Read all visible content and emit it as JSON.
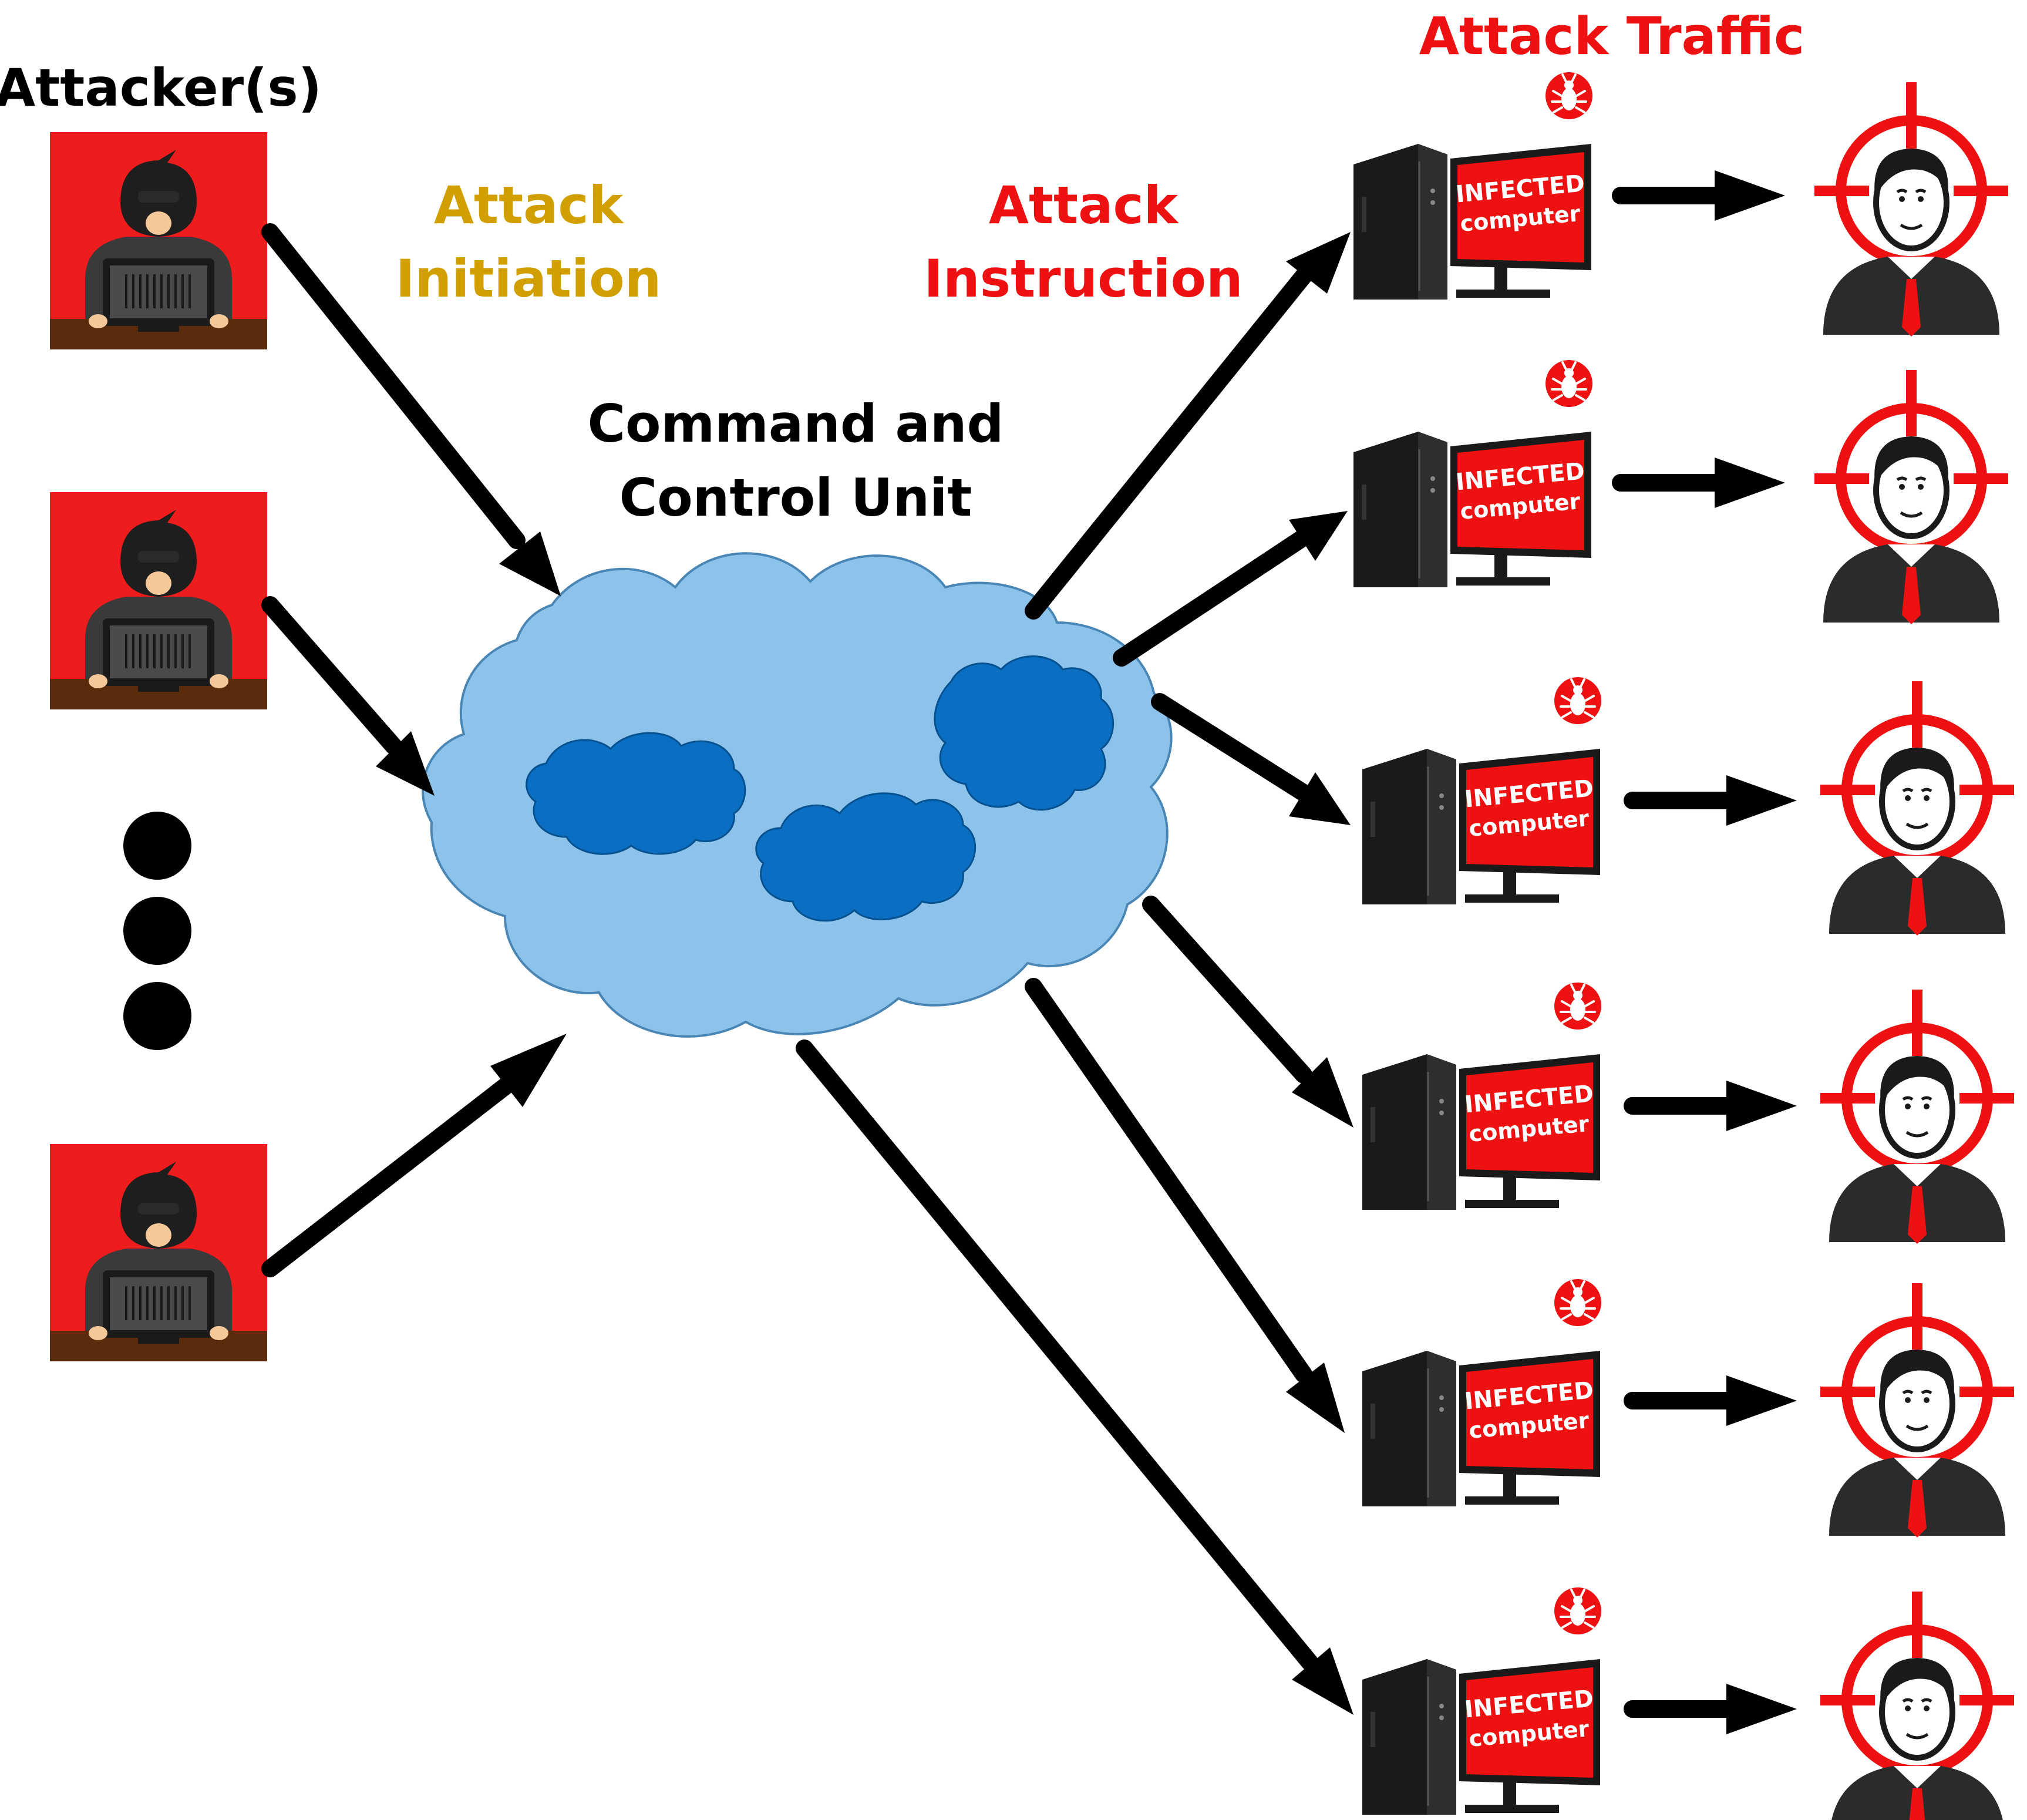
{
  "labels": {
    "attackers": "Attacker(s)",
    "attack_initiation_line1": "Attack",
    "attack_initiation_line2": "Initiation",
    "attack_instruction_line1": "Attack",
    "attack_instruction_line2": "Instruction",
    "cnc_line1": "Command and",
    "cnc_line2": "Control Unit",
    "attack_traffic": "Attack Traffic"
  },
  "infected_screen": {
    "line1": "INFECTED",
    "line2": "computer"
  },
  "colors": {
    "attacker_bg": "#ee1c1c",
    "desk": "#5a2c0c",
    "hood": "#2d2d2d",
    "skin": "#f5c89a",
    "cloud_light": "#8dc3ea",
    "cloud_dark": "#0a6fc2",
    "alert_red": "#ee1111",
    "initiation_text": "#d1a000",
    "instruction_text": "#ee1111",
    "traffic_text": "#ee1111",
    "arrow": "#000000",
    "target_ring": "#ee1111",
    "suit": "#2b2b2b"
  },
  "icons": {
    "attacker": "hooded-hacker-icon",
    "cloud": "cloud-icon",
    "computer": "infected-computer-icon",
    "bug": "bug-icon",
    "target": "crosshair-target-icon",
    "victim": "person-icon"
  },
  "attacker_count_shown": 3,
  "infected_computer_count": 6,
  "victim_count": 6
}
